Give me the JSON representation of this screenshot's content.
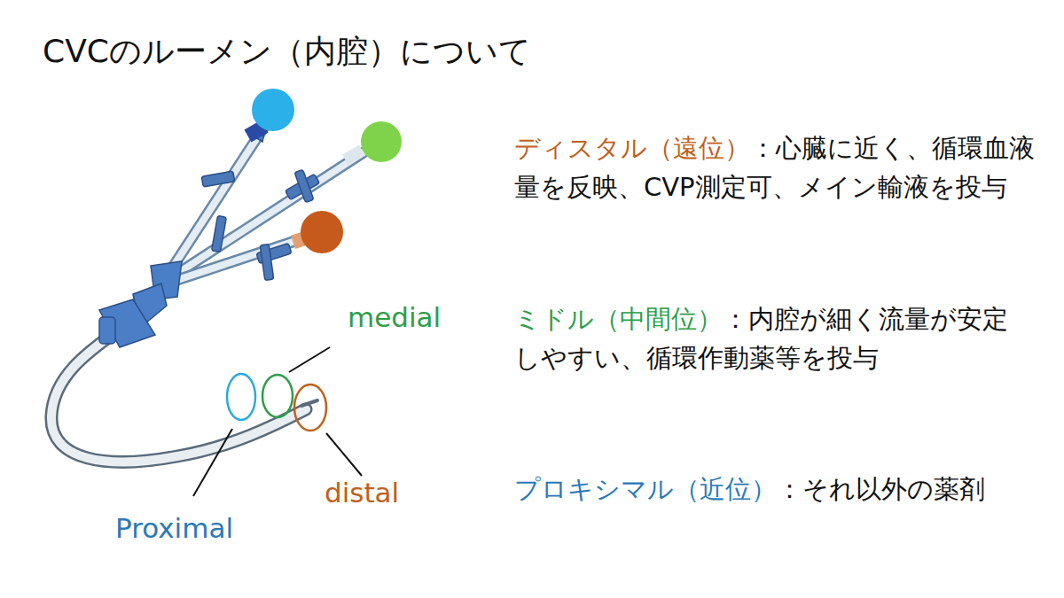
{
  "diagram": {
    "title": "CVCのルーメン（内腔）について",
    "labels": [
      "medial",
      "Proximal",
      "distal",
      "ディスタル（遠位）",
      "：心臓に近く、循環血液量を反映、CVP測定可、メイン輸液を投与",
      "ミドル（中間位）",
      "：内腔が細く流量が安定しやすい、循環作動薬等を投与",
      "プロキシマル（近位）",
      "：それ以外の薬剤"
    ]
  }
}
